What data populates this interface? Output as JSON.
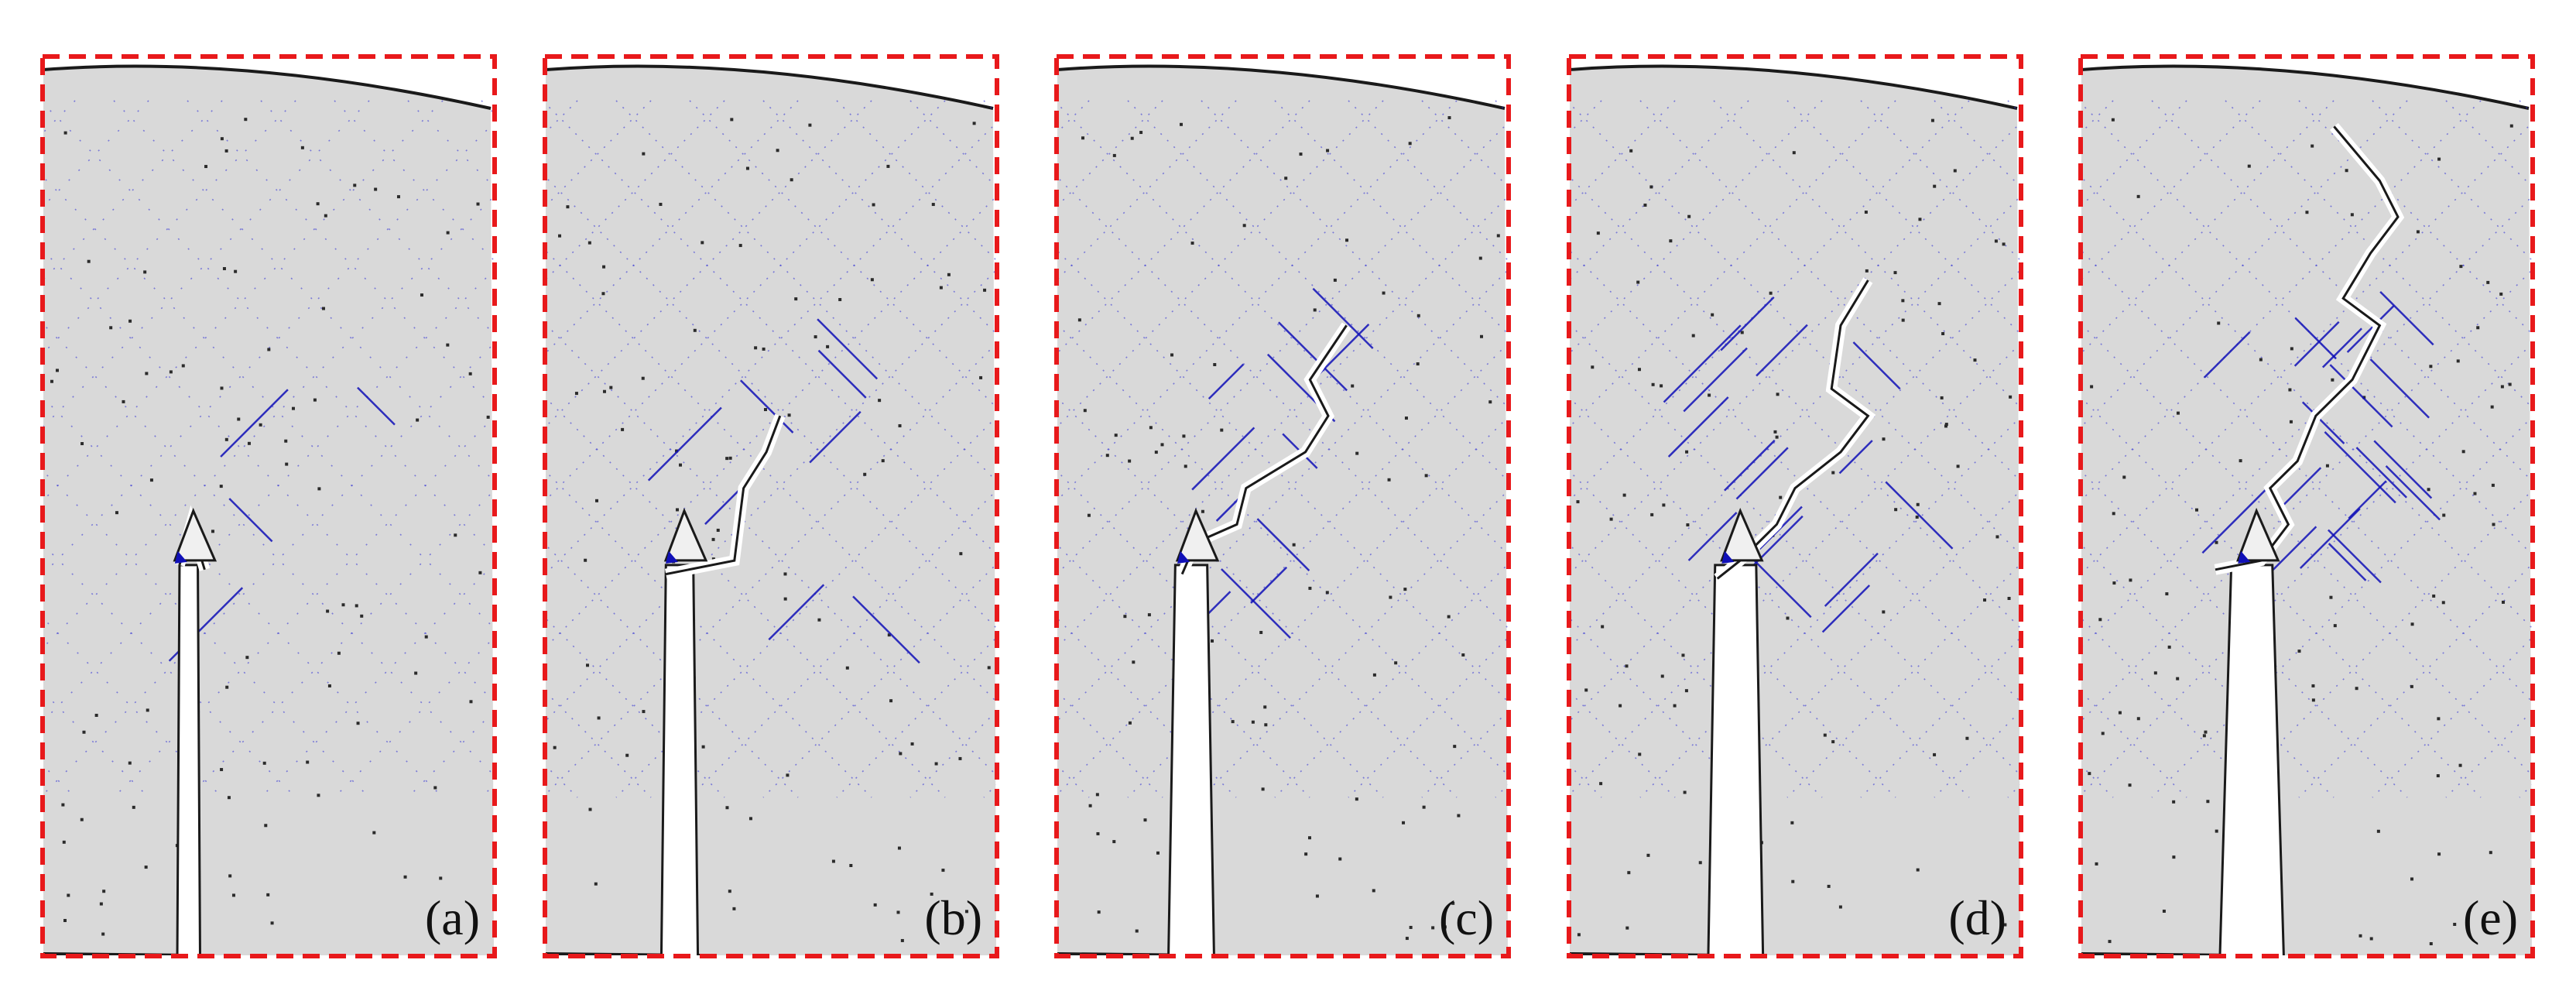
{
  "figure": {
    "colors": {
      "background": "#ffffff",
      "specimen": "#d9d9d9",
      "frame": "#e8191b",
      "crack_edge": "#1a1a1a",
      "mesh_line": "#2a2ad6",
      "strong_line": "#1010b8"
    },
    "panels": [
      {
        "label": "(a)",
        "stage": 0
      },
      {
        "label": "(b)",
        "stage": 1
      },
      {
        "label": "(c)",
        "stage": 2
      },
      {
        "label": "(d)",
        "stage": 3
      },
      {
        "label": "(e)",
        "stage": 4
      }
    ]
  }
}
